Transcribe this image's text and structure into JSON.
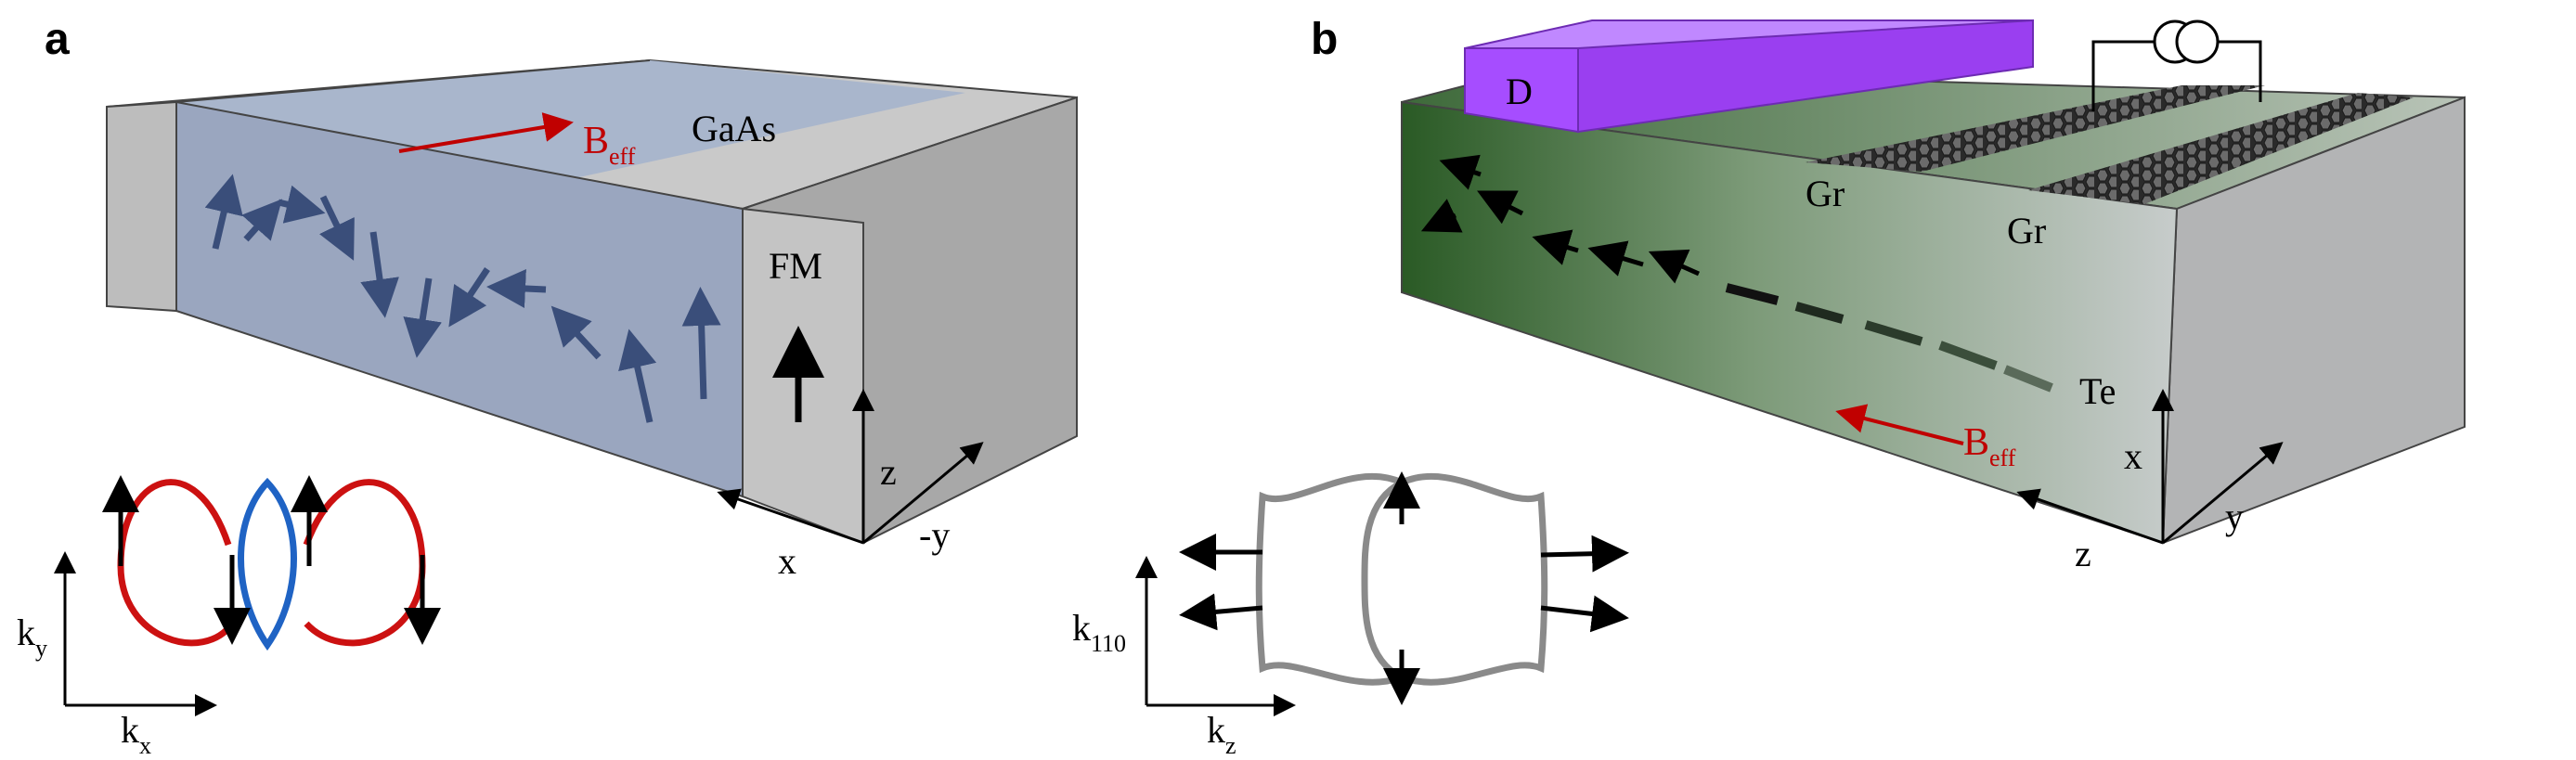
{
  "panels": {
    "a": {
      "label": "a",
      "material": "GaAs",
      "ferromagnet": "FM",
      "field_label": "B",
      "field_subscript": "eff",
      "axes_3d": {
        "x": "x",
        "z": "z",
        "y": "-y"
      },
      "kspace": {
        "ky_main": "k",
        "ky_sub": "y",
        "kx_main": "k",
        "kx_sub": "x"
      }
    },
    "b": {
      "label": "b",
      "detector": "D",
      "graphene1": "Gr",
      "graphene2": "Gr",
      "injector": "Te",
      "field_label": "B",
      "field_subscript": "eff",
      "axes_3d": {
        "x": "x",
        "y": "y",
        "z": "z"
      },
      "kspace": {
        "k110_main": "k",
        "k110_sub": "110",
        "kz_main": "k",
        "kz_sub": "z"
      }
    }
  },
  "colors": {
    "gaas_top": "#a9b6cc",
    "gaas_front": "#9aa6bf",
    "spin_arrow": "#3a4e7a",
    "bulk_side": "#a8a8a8",
    "contact_grey": "#c4c4c4",
    "field_red": "#c00000",
    "fermi_red": "#cc1111",
    "fermi_blue": "#1f63c4",
    "detector_purple": "#a64dff",
    "green_dark": "#2a5a25",
    "fermi_grey": "#8a8a8a"
  }
}
